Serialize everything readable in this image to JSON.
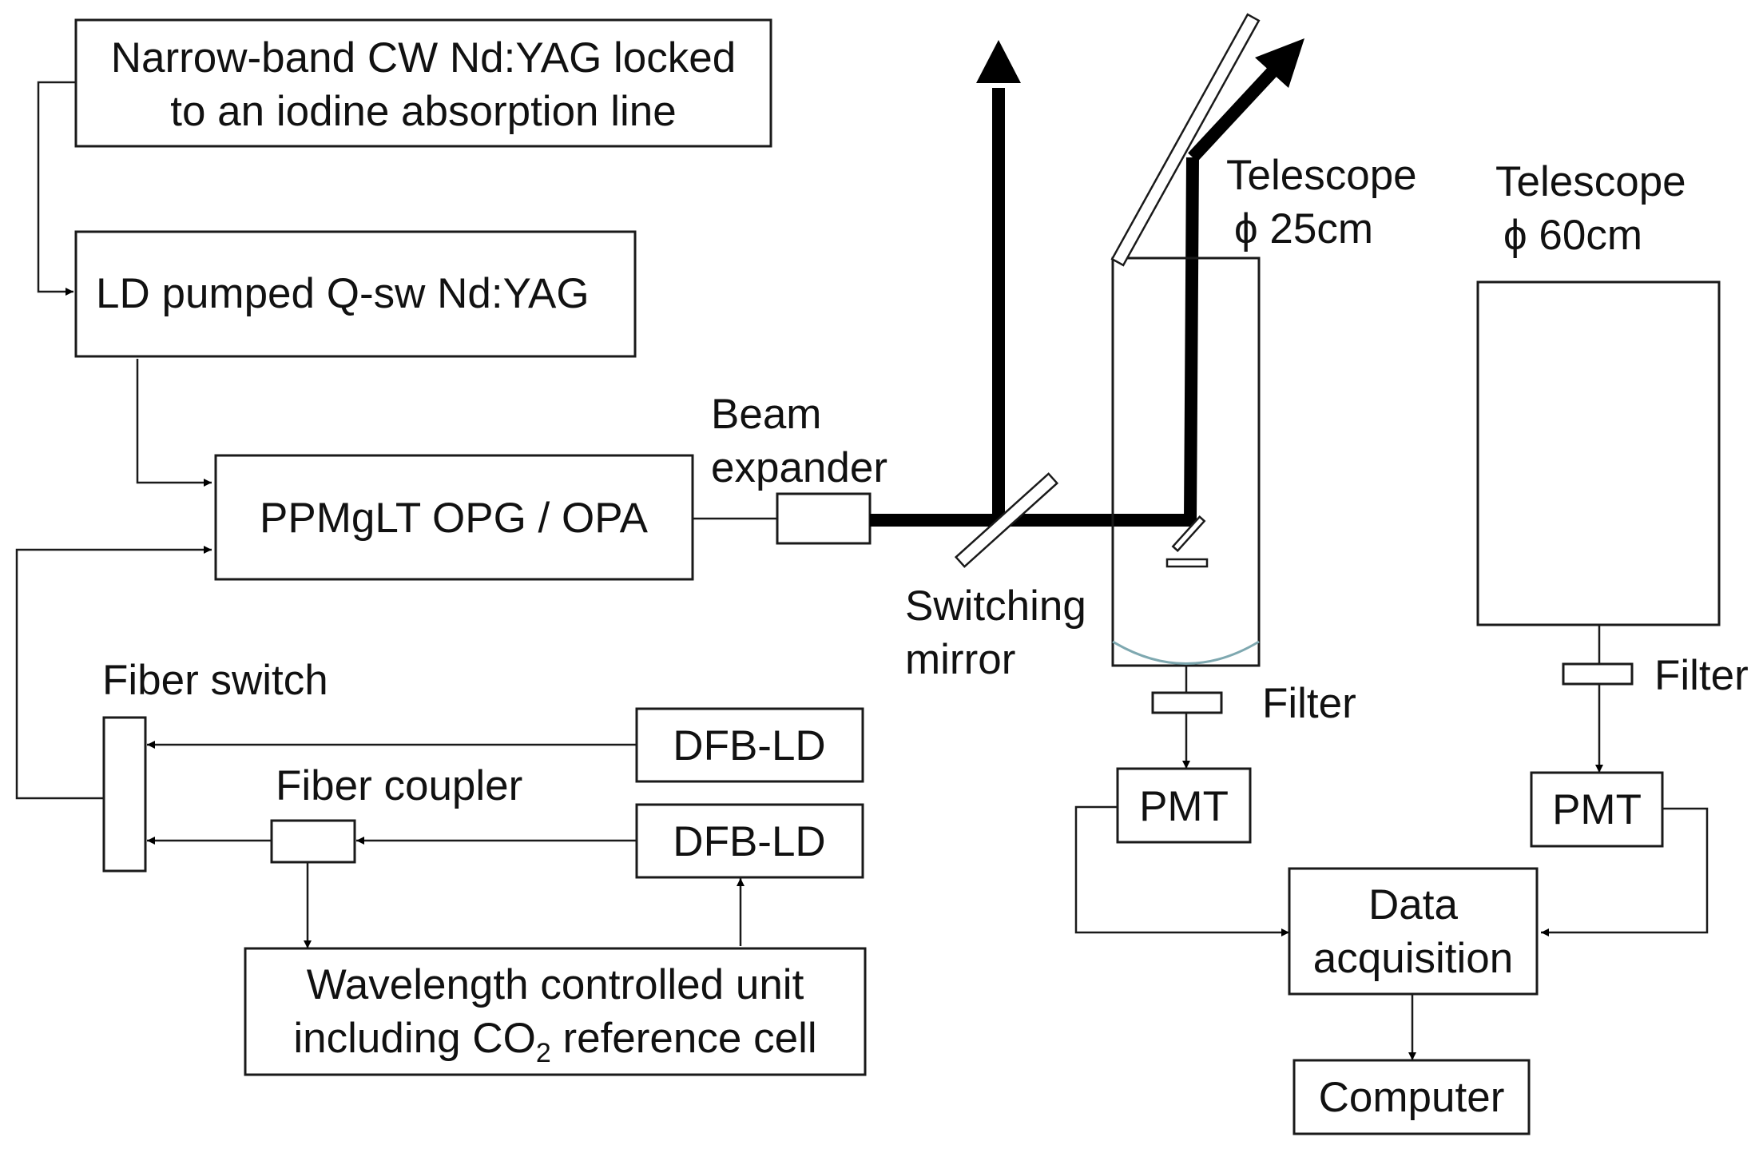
{
  "boxes": {
    "seed_laser": [
      "Narrow-band CW Nd:YAG locked",
      "to an iodine absorption line"
    ],
    "pump_laser": "LD pumped Q-sw Nd:YAG",
    "opg_opa": "PPMgLT  OPG / OPA",
    "dfb_ld_1": "DFB-LD",
    "dfb_ld_2": "DFB-LD",
    "wavelength_unit": [
      "Wavelength controlled unit",
      "including CO",
      "2",
      " reference cell"
    ],
    "pmt_left": "PMT",
    "pmt_right": "PMT",
    "data_acquisition": [
      "Data",
      "acquisition"
    ],
    "computer": "Computer"
  },
  "labels": {
    "beam_expander": [
      "Beam",
      "expander"
    ],
    "switching_mirror": [
      "Switching",
      "mirror"
    ],
    "fiber_switch": "Fiber switch",
    "fiber_coupler": "Fiber coupler",
    "telescope_small": [
      "Telescope",
      "ϕ 25cm"
    ],
    "telescope_large": [
      "Telescope",
      "ϕ 60cm"
    ],
    "filter_left": "Filter",
    "filter_right": "Filter"
  }
}
